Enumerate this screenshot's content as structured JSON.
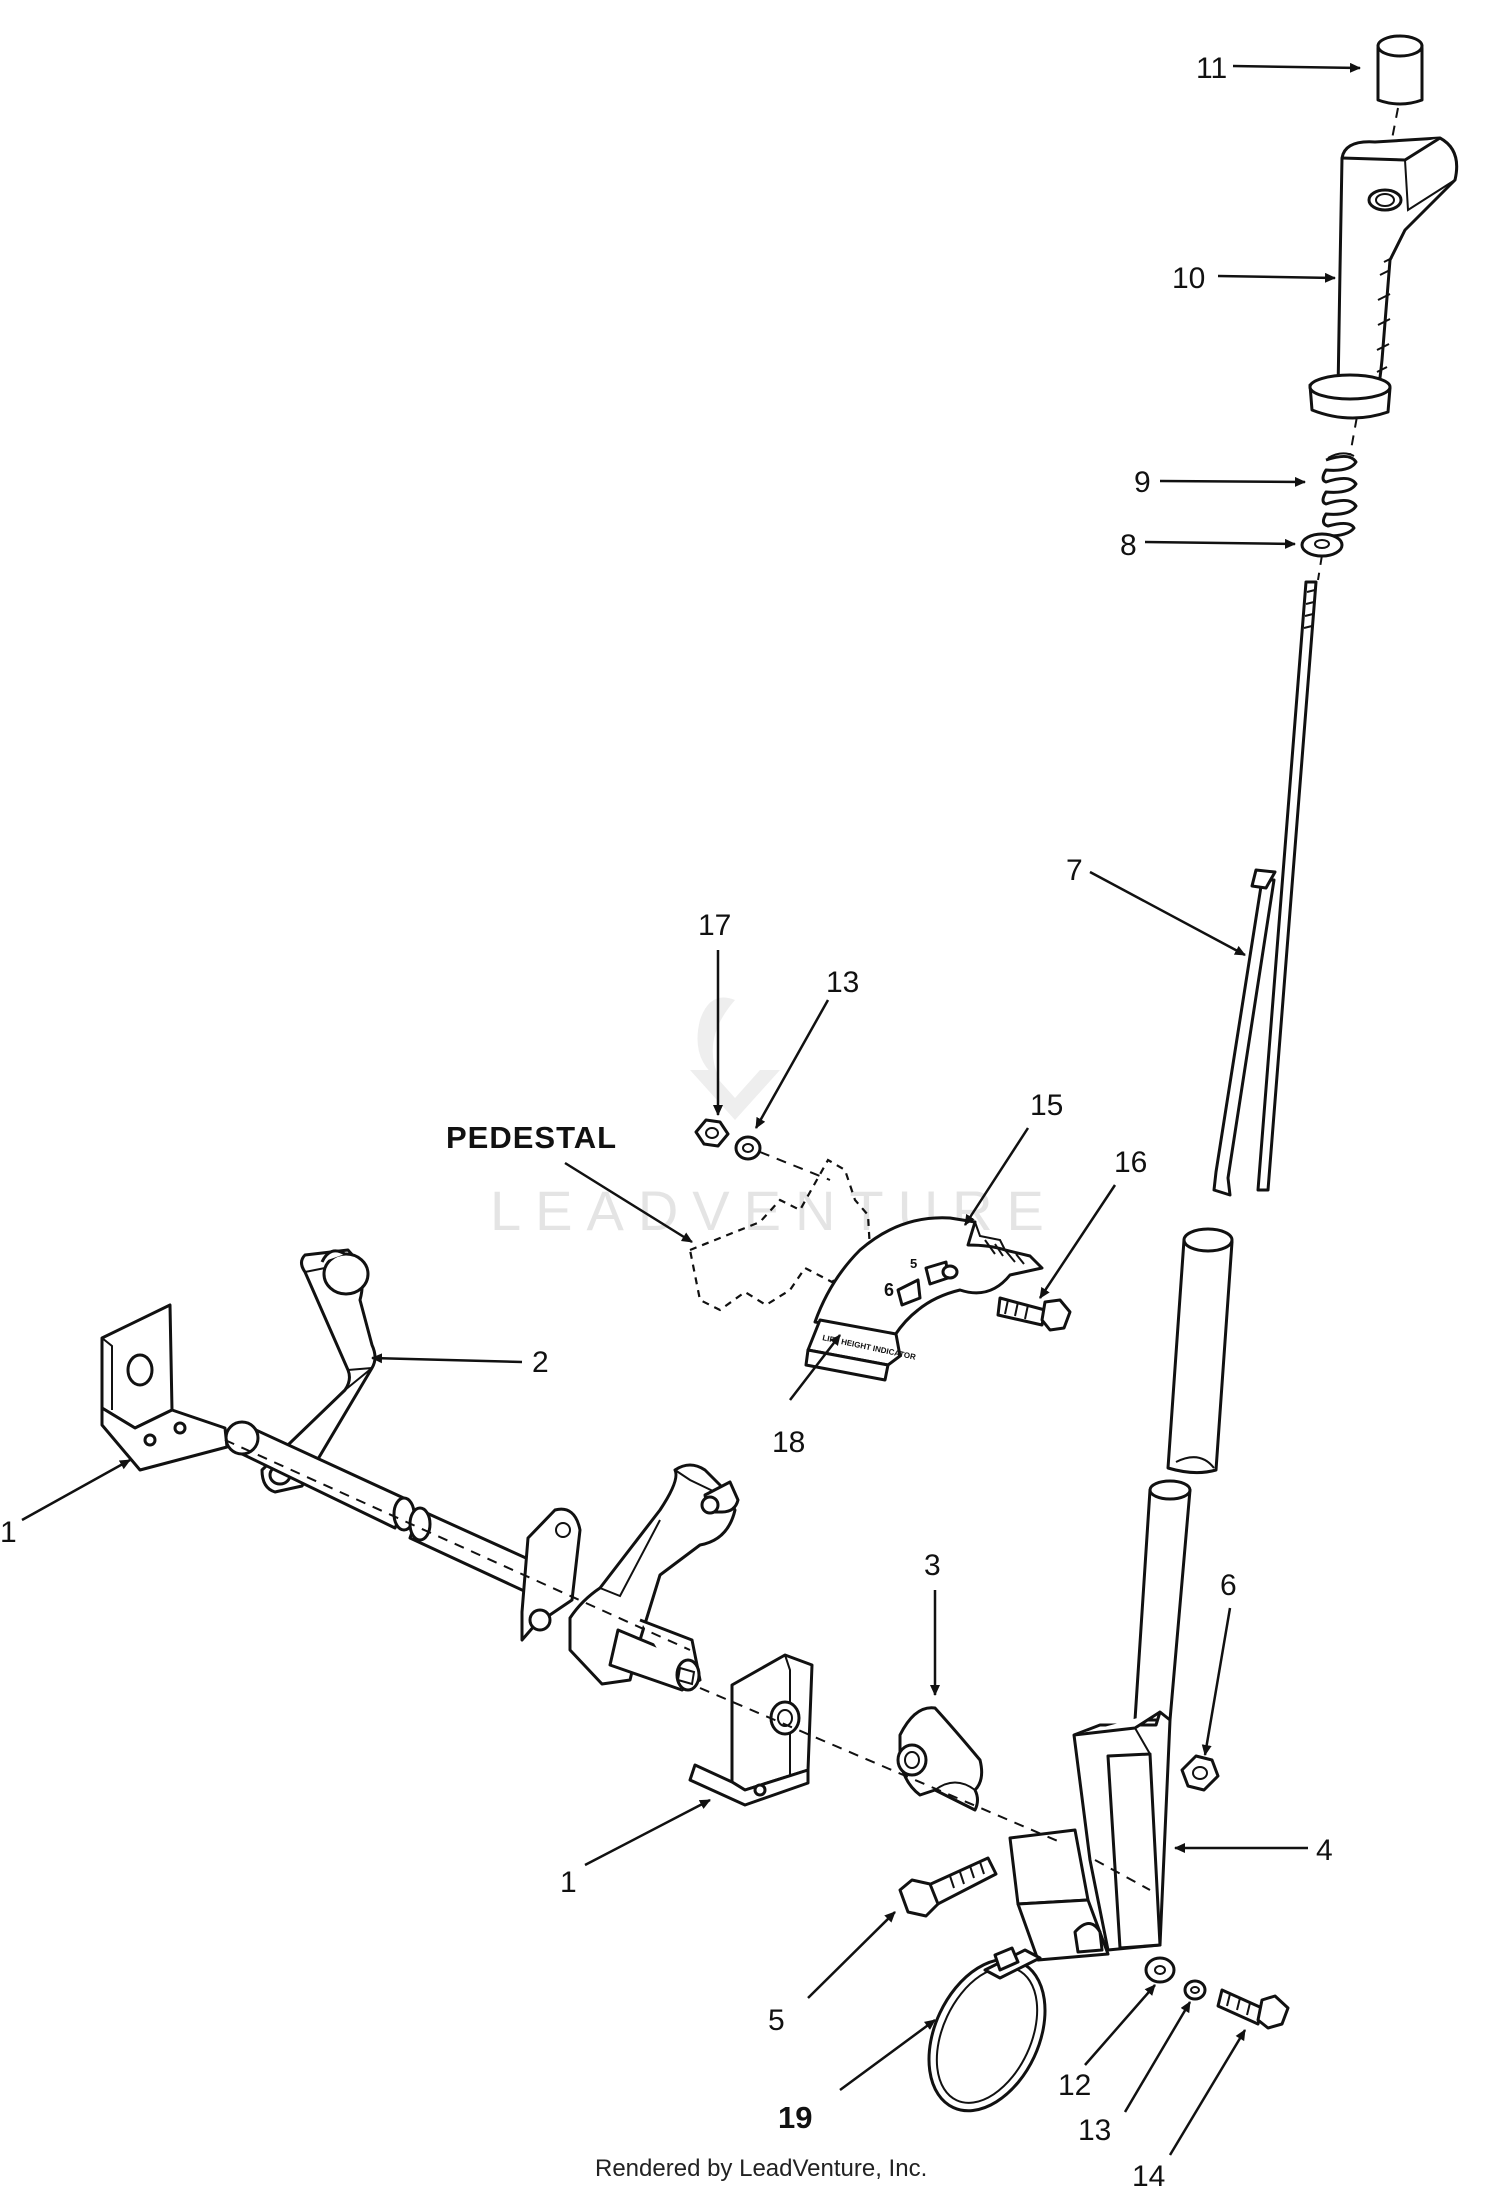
{
  "diagram": {
    "pedestal_label": "PEDESTAL",
    "footer": "Rendered by LeadVenture, Inc.",
    "watermark": "LEADVENTURE",
    "decal_text": "LIFT HEIGHT INDICATOR",
    "decal_number": "6",
    "decal_number_2": "5",
    "callouts": {
      "c11": "11",
      "c10": "10",
      "c9": "9",
      "c8": "8",
      "c7": "7",
      "c17": "17",
      "c13a": "13",
      "c15": "15",
      "c16": "16",
      "c2": "2",
      "c1a": "1",
      "c18": "18",
      "c3": "3",
      "c6": "6",
      "c1b": "1",
      "c4": "4",
      "c5": "5",
      "c12": "12",
      "c19": "19",
      "c13b": "13",
      "c14": "14"
    }
  }
}
